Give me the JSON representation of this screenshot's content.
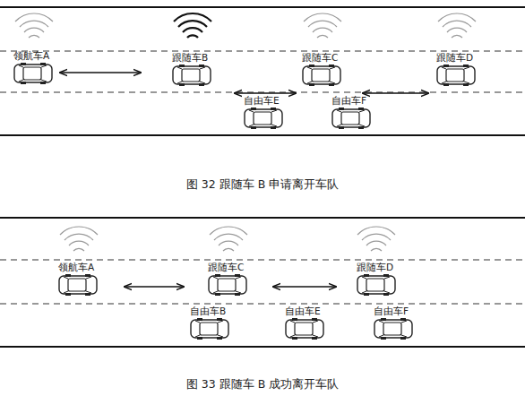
{
  "diagram": {
    "nodes": [
      {
        "text": [
          "领航车A"
        ]
      },
      {
        "text": [
          "跟随车B"
        ]
      },
      {
        "text": [
          "跟随车C"
        ]
      },
      {
        "text": [
          "跟随车D"
        ]
      },
      {
        "text": [
          "自由车E"
        ]
      },
      {
        "text": [
          "自由车F"
        ]
      },
      {
        "text": [
          "领航车A"
        ]
      },
      {
        "text": [
          "跟随车C"
        ]
      },
      {
        "text": [
          "跟随车D"
        ]
      },
      {
        "text": [
          "自由车B"
        ]
      },
      {
        "text": [
          "自由车E"
        ]
      },
      {
        "text": [
          "自由车F"
        ]
      }
    ],
    "edges": [
      {
        "from": 0,
        "to": 1,
        "arrow": "both"
      },
      {
        "from": 1,
        "to": 2,
        "arrow": "both"
      },
      {
        "from": 2,
        "to": 3,
        "arrow": "both"
      },
      {
        "from": 6,
        "to": 7,
        "arrow": "both"
      },
      {
        "from": 7,
        "to": 8,
        "arrow": "both"
      }
    ],
    "labels": [
      "图 32 跟随车 B 申请离开车队",
      "图 33 跟随车 B 成功离开车队"
    ]
  }
}
